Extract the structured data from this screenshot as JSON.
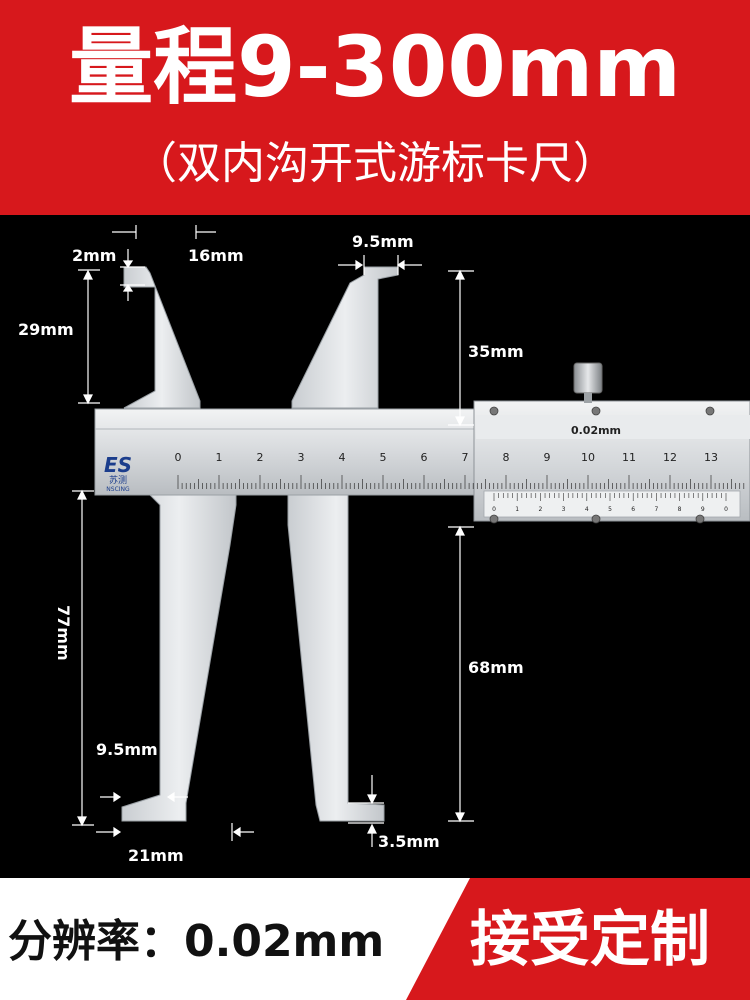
{
  "banner": {
    "title": "量程9-300mm",
    "subtitle": "（双内沟开式游标卡尺）"
  },
  "caliper": {
    "brand_logo": "ES",
    "brand_name": "苏测",
    "brand_latin": "NSCING",
    "vernier_label": "0.02mm",
    "main_scale_numbers": [
      "0",
      "1",
      "2",
      "3",
      "4",
      "5",
      "6",
      "7",
      "8",
      "9",
      "10",
      "11",
      "12",
      "13"
    ],
    "vernier_numbers": [
      "0",
      "1",
      "2",
      "3",
      "4",
      "5",
      "6",
      "7",
      "8",
      "9",
      "0"
    ]
  },
  "dimensions": {
    "d_2mm": "2mm",
    "d_16mm": "16mm",
    "d_9_5mm_top": "9.5mm",
    "d_29mm": "29mm",
    "d_35mm": "35mm",
    "d_77mm": "77mm",
    "d_68mm": "68mm",
    "d_9_5mm_bottom": "9.5mm",
    "d_21mm": "21mm",
    "d_3_5mm": "3.5mm"
  },
  "footer": {
    "resolution": "分辨率：0.02mm",
    "custom": "接受定制"
  },
  "colors": {
    "brand_red": "#d7181c",
    "background": "#000000",
    "steel": "#d9dcdf"
  }
}
